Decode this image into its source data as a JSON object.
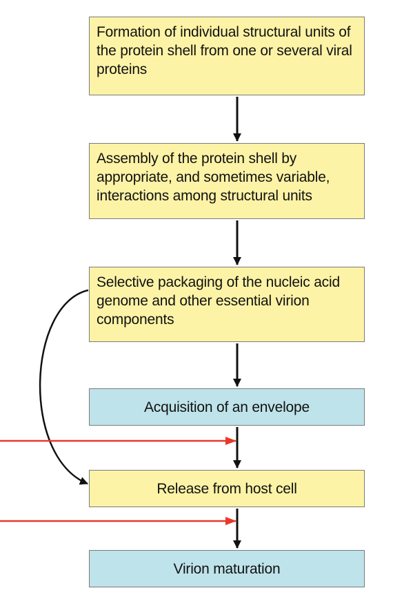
{
  "steps": {
    "formation": "Formation of individual structural units of the protein shell from one or several viral proteins",
    "assembly": "Assembly of the protein shell by appropriate, and sometimes variable, interactions among structural units",
    "packaging": "Selective packaging of the nucleic acid genome and other essential virion components",
    "envelope": "Acquisition of an envelope",
    "release": "Release from host cell",
    "maturation": "Virion maturation"
  },
  "colors": {
    "yellow_box": "#fdf3a6",
    "blue_box": "#bfe3ea",
    "arrow": "#111111",
    "red_arrow": "#e8392b"
  }
}
